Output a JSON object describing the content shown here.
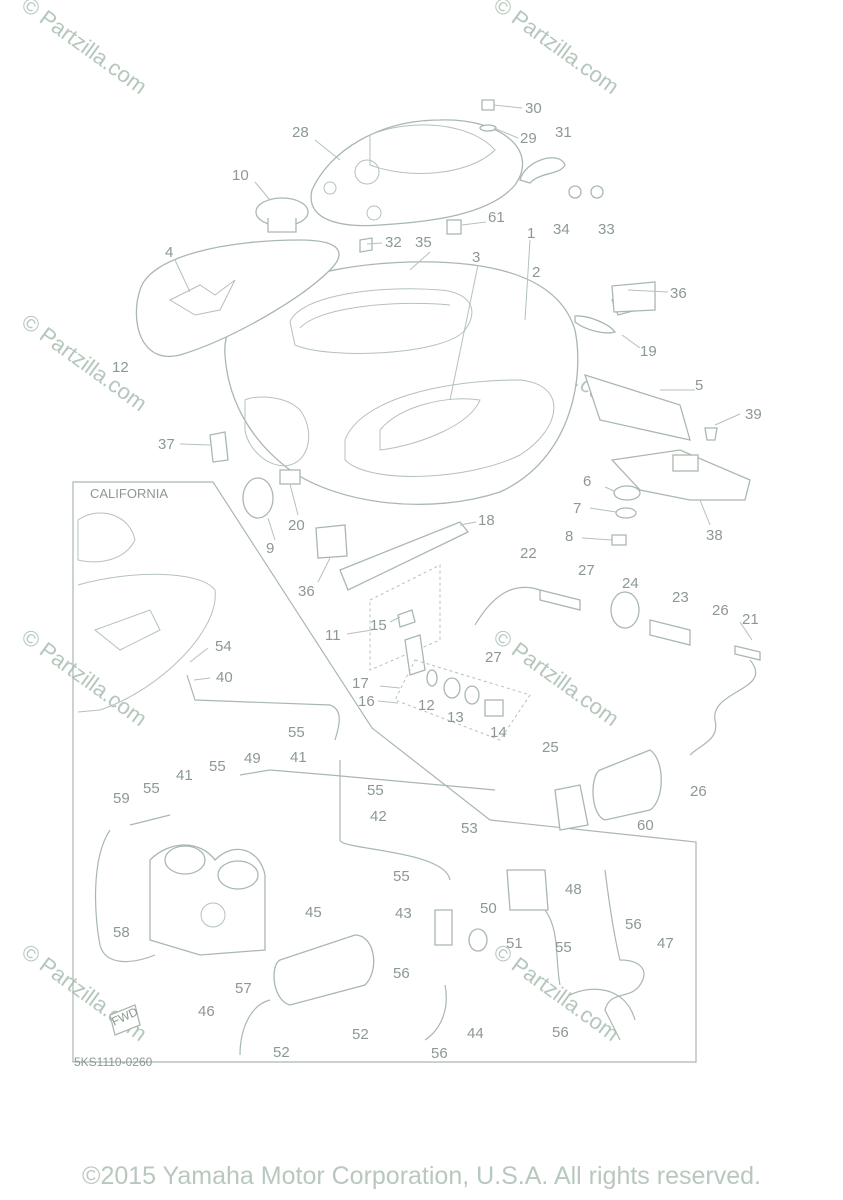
{
  "labels": {
    "n1": "1",
    "n2": "2",
    "n3": "3",
    "n4": "4",
    "n5": "5",
    "n6": "6",
    "n7": "7",
    "n8": "8",
    "n9": "9",
    "n10": "10",
    "n11": "11",
    "n12": "12",
    "n13": "13",
    "n14": "14",
    "n15": "15",
    "n16": "16",
    "n17": "17",
    "n18": "18",
    "n19": "19",
    "n20": "20",
    "n21": "21",
    "n22": "22",
    "n23": "23",
    "n24": "24",
    "n25": "25",
    "n26a": "26",
    "n26b": "26",
    "n27a": "27",
    "n27b": "27",
    "n28": "28",
    "n29": "29",
    "n30": "30",
    "n31": "31",
    "n32": "32",
    "n33": "33",
    "n34": "34",
    "n35": "35",
    "n36a": "36",
    "n36b": "36",
    "n37": "37",
    "n38": "38",
    "n39": "39",
    "n40": "40",
    "n41a": "41",
    "n41b": "41",
    "n42": "42",
    "n43": "43",
    "n44": "44",
    "n45": "45",
    "n46": "46",
    "n47": "47",
    "n48": "48",
    "n49": "49",
    "n50": "50",
    "n51": "51",
    "n52a": "52",
    "n52b": "52",
    "n53": "53",
    "n54": "54",
    "n55a": "55",
    "n55b": "55",
    "n55c": "55",
    "n55d": "55",
    "n55e": "55",
    "n55f": "55",
    "n56a": "56",
    "n56b": "56",
    "n56c": "56",
    "n56d": "56",
    "n57": "57",
    "n58": "58",
    "n59": "59",
    "n60": "60",
    "n61": "61",
    "n12b": "12"
  },
  "california_label": "CALIFORNIA",
  "diagram_code": "5KS1110-0260",
  "fwd_label": "FWD",
  "watermark": "© Partzilla.com",
  "copyright": "©2015 Yamaha Motor Corporation, U.S.A. All rights reserved."
}
